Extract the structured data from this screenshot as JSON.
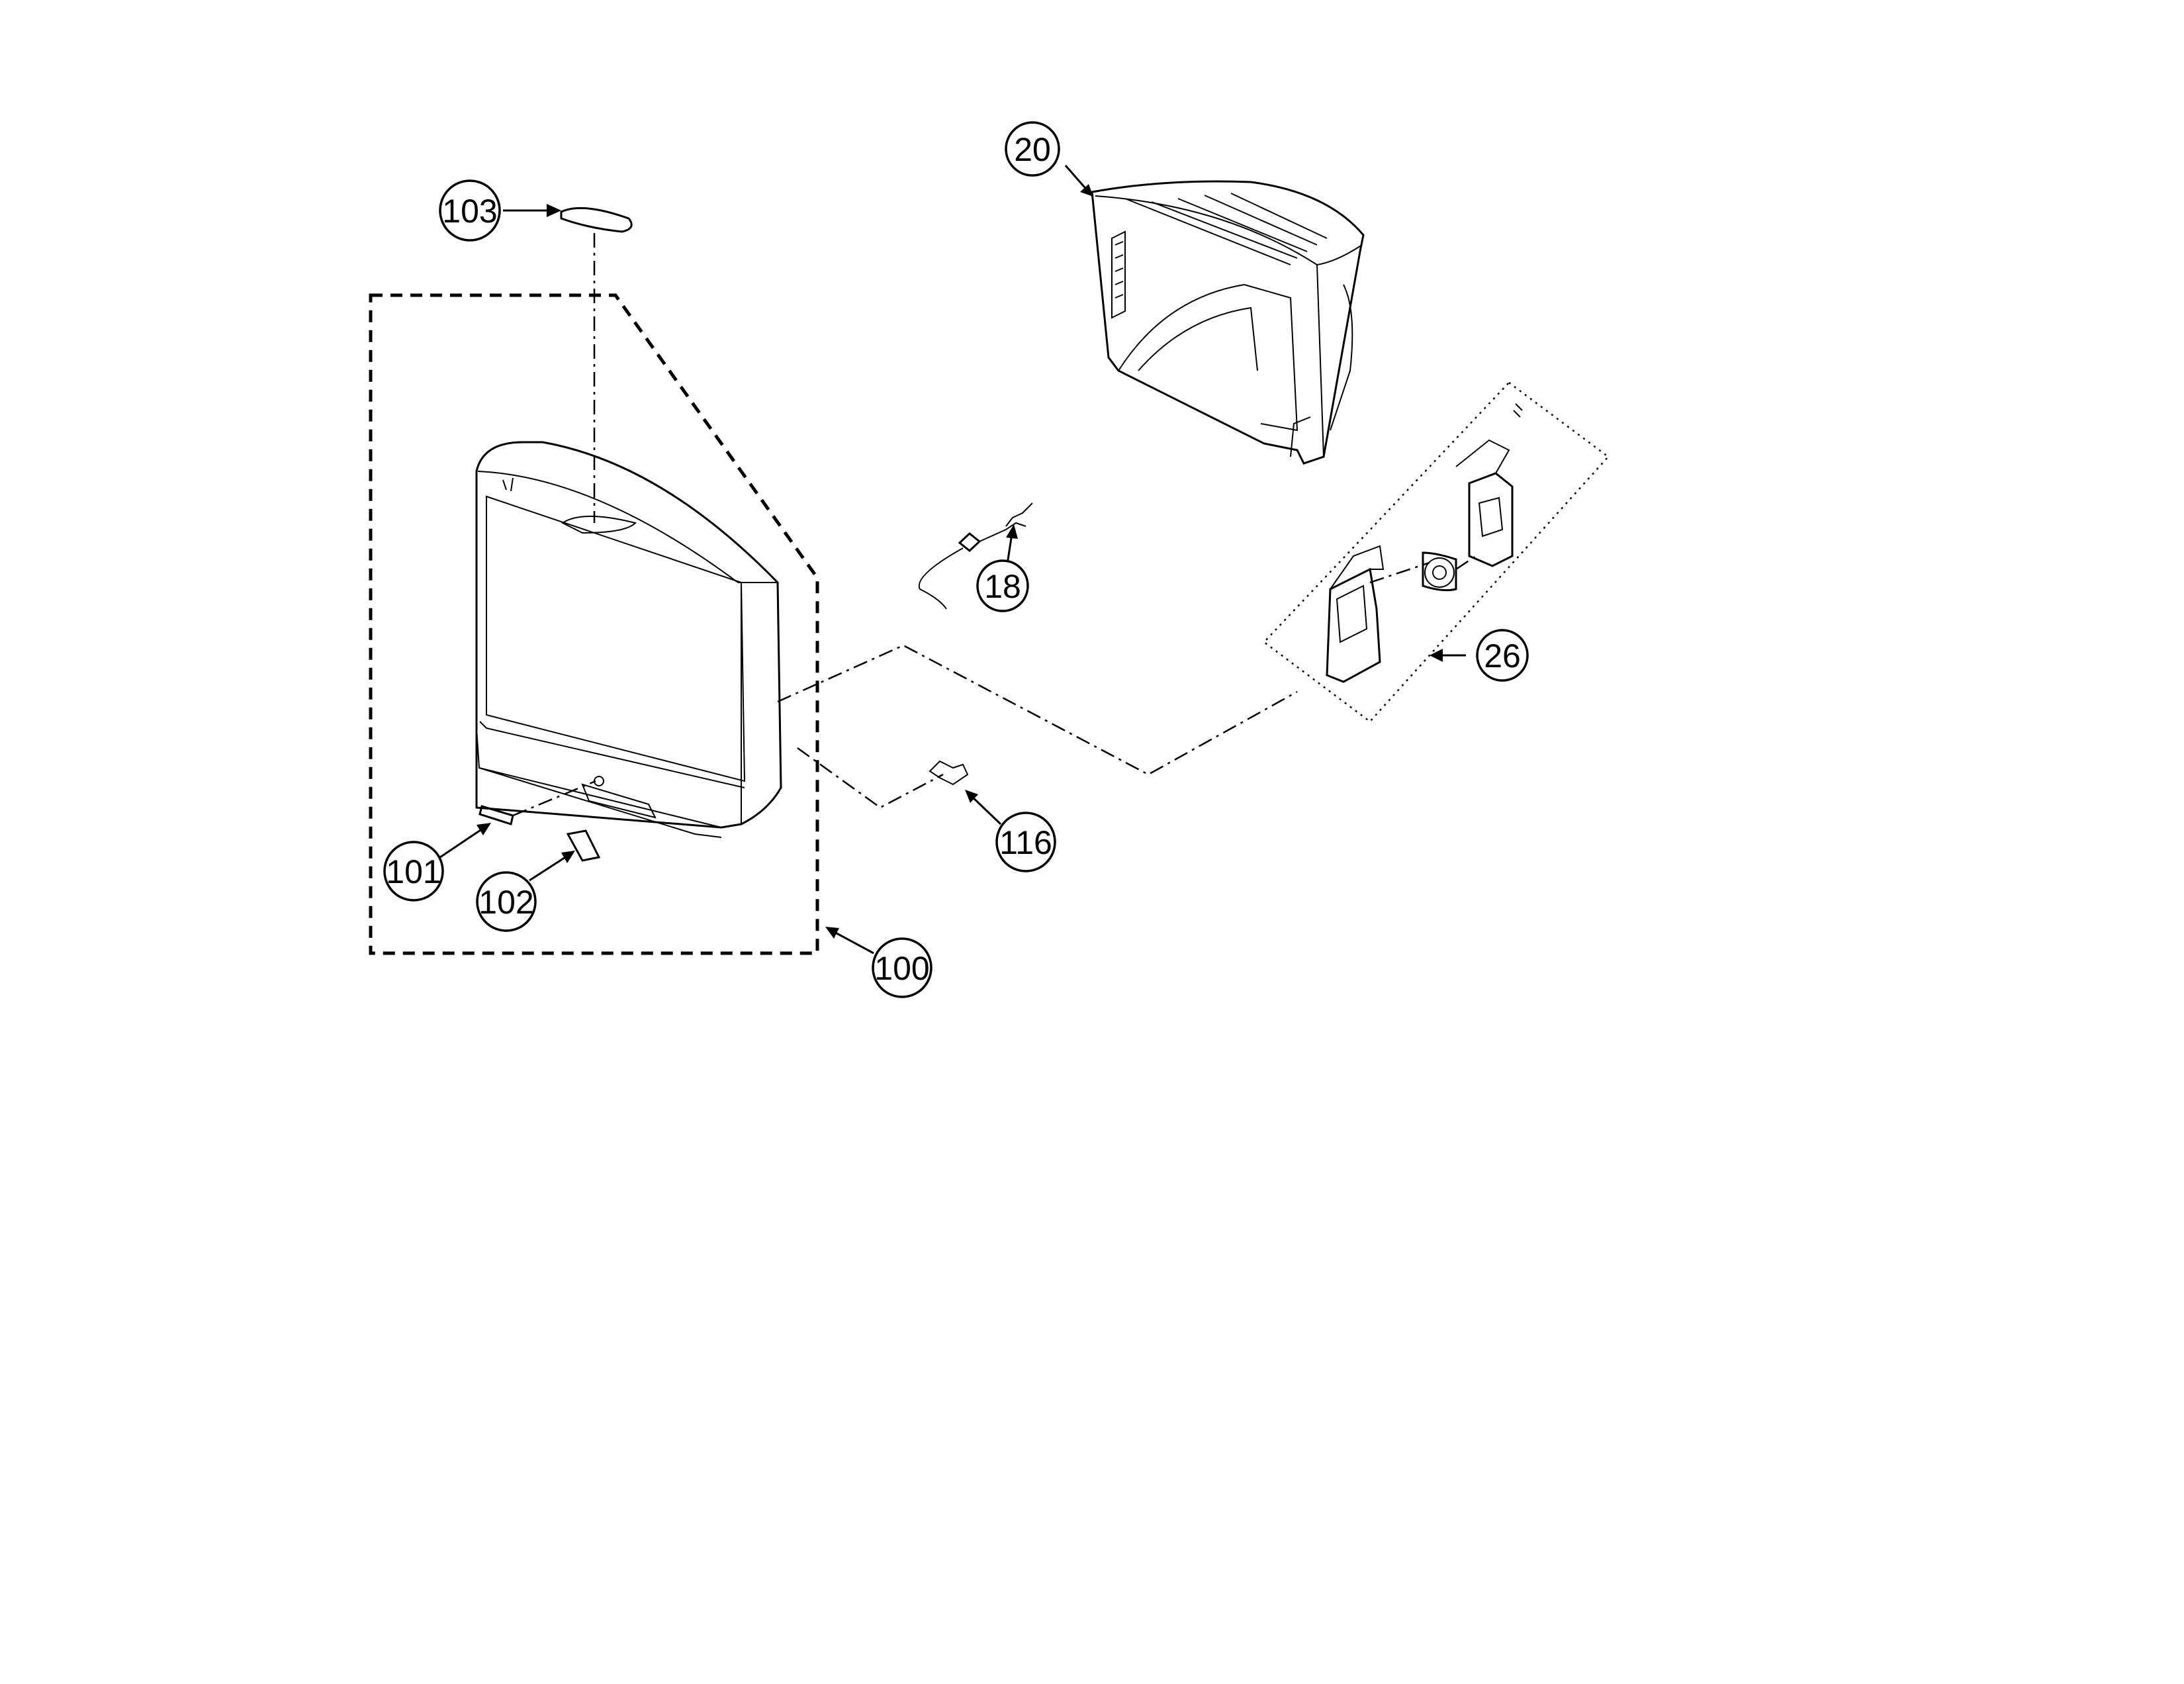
{
  "callouts": {
    "c103": "103",
    "c20": "20",
    "c18": "18",
    "c26": "26",
    "c116": "116",
    "c101": "101",
    "c102": "102",
    "c100": "100"
  }
}
